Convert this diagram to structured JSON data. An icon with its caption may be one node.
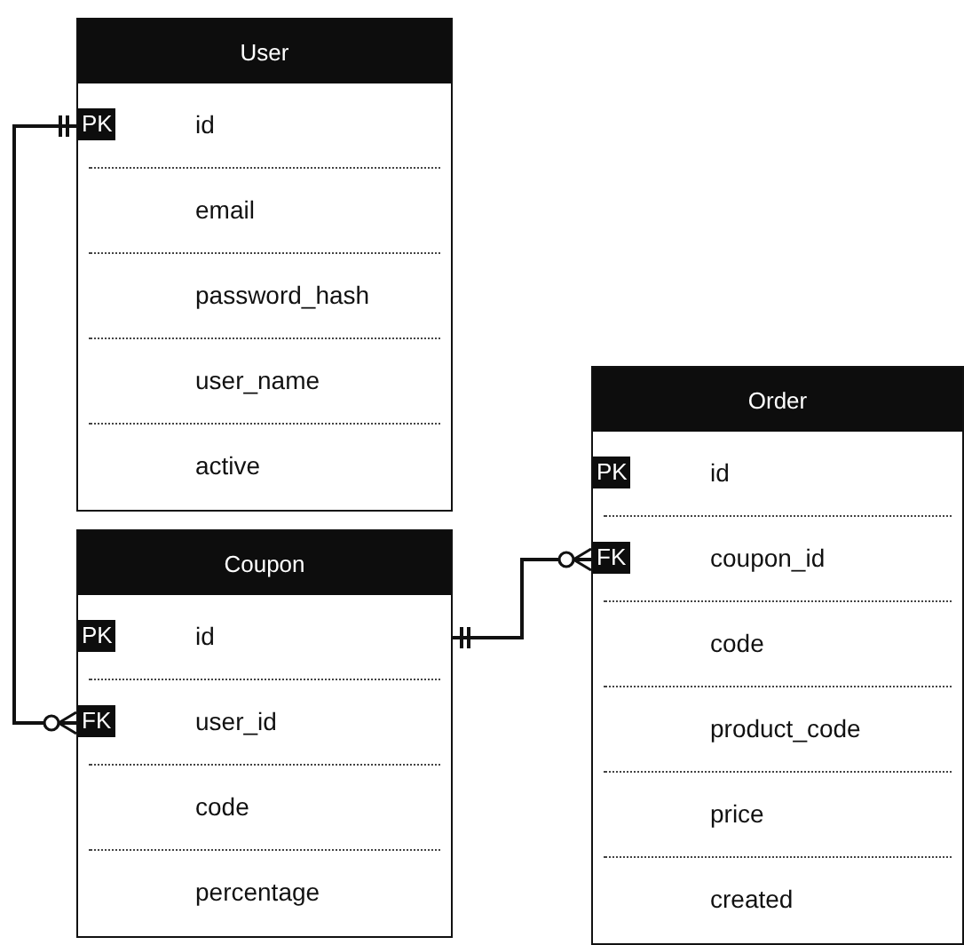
{
  "diagram": {
    "nodes": [
      {
        "text": [
          "User"
        ]
      },
      {
        "text": [
          "PK",
          "id"
        ],
        "in": 0
      },
      {
        "text": [
          "email"
        ],
        "in": 0
      },
      {
        "text": [
          "password_hash"
        ],
        "in": 0
      },
      {
        "text": [
          "user_name"
        ],
        "in": 0
      },
      {
        "text": [
          "active"
        ],
        "in": 0
      },
      {
        "text": [
          "Coupon"
        ]
      },
      {
        "text": [
          "PK",
          "id"
        ],
        "in": 6
      },
      {
        "text": [
          "FK",
          "user_id"
        ],
        "in": 6
      },
      {
        "text": [
          "code"
        ],
        "in": 6
      },
      {
        "text": [
          "percentage"
        ],
        "in": 6
      },
      {
        "text": [
          "Order"
        ]
      },
      {
        "text": [
          "PK",
          "id"
        ],
        "in": 11
      },
      {
        "text": [
          "FK",
          "coupon_id"
        ],
        "in": 11
      },
      {
        "text": [
          "code"
        ],
        "in": 11
      },
      {
        "text": [
          "product_code"
        ],
        "in": 11
      },
      {
        "text": [
          "price"
        ],
        "in": 11
      },
      {
        "text": [
          "created"
        ],
        "in": 11
      }
    ],
    "edges": [
      {
        "from": 1,
        "to": 8,
        "arrow": "other"
      },
      {
        "from": 7,
        "to": 13,
        "arrow": "other"
      }
    ]
  }
}
